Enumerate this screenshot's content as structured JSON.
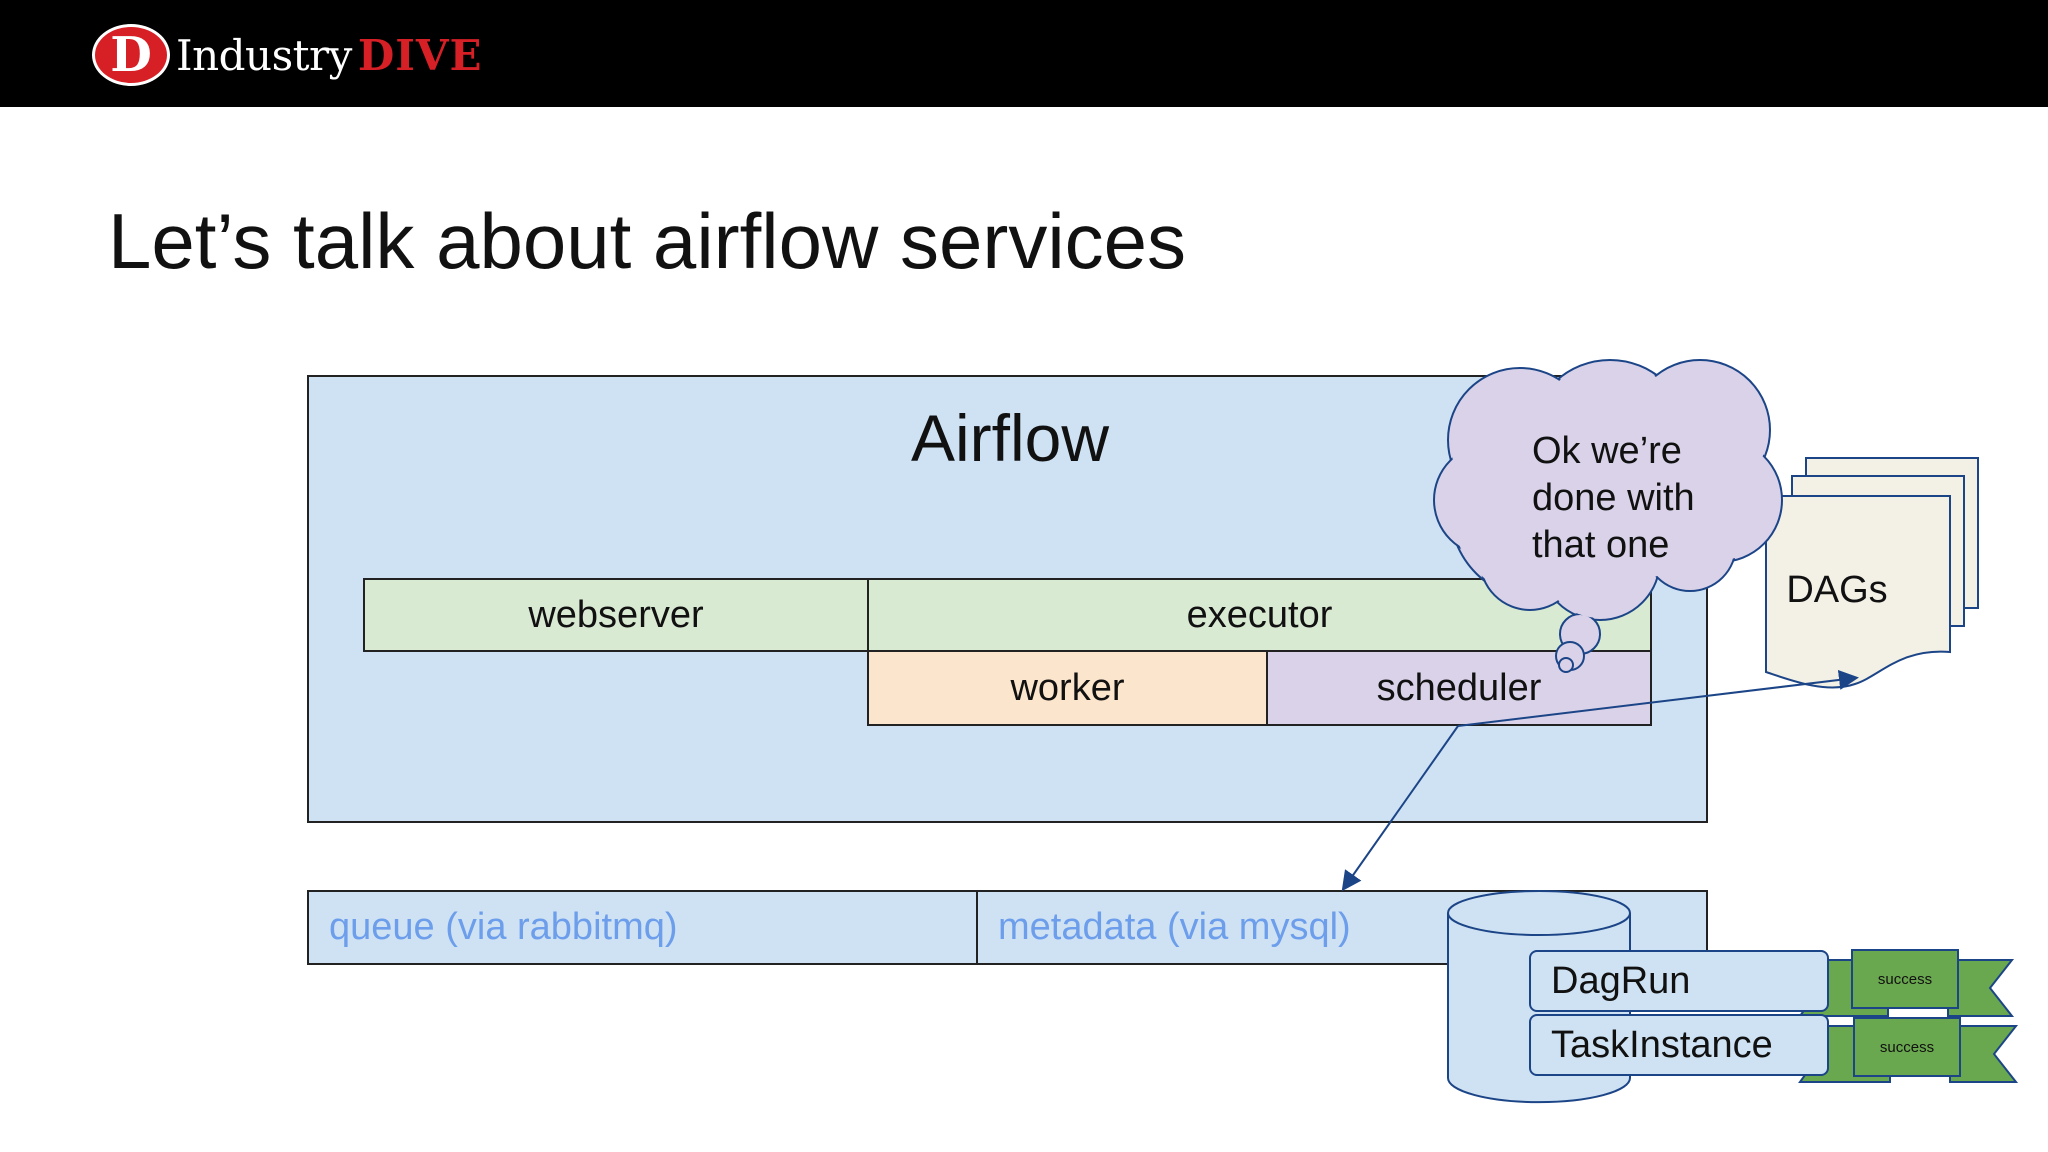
{
  "header": {
    "logo_letter": "D",
    "logo_word1": "Industry",
    "logo_word2": "DIVE"
  },
  "slide": {
    "title": "Let’s talk about airflow services"
  },
  "diagram": {
    "airflow_label": "Airflow",
    "webserver": "webserver",
    "executor": "executor",
    "worker": "worker",
    "scheduler": "scheduler",
    "thought": [
      "Ok we’re",
      "done with",
      "that one"
    ],
    "dags": "DAGs",
    "queue": "queue (via rabbitmq)",
    "metadata": "metadata (via mysql)",
    "dagrun": "DagRun",
    "taskinstance": "TaskInstance",
    "badge_dagrun": "success",
    "badge_taskinstance": "success"
  },
  "colors": {
    "airflow_bg": "#cfe2f3",
    "green": "#d9ead3",
    "orange": "#fce5cd",
    "purple": "#d9d2e9",
    "storage_text": "#6d9eeb",
    "ribbon": "#6aa84f",
    "arrow": "#1c4587"
  }
}
